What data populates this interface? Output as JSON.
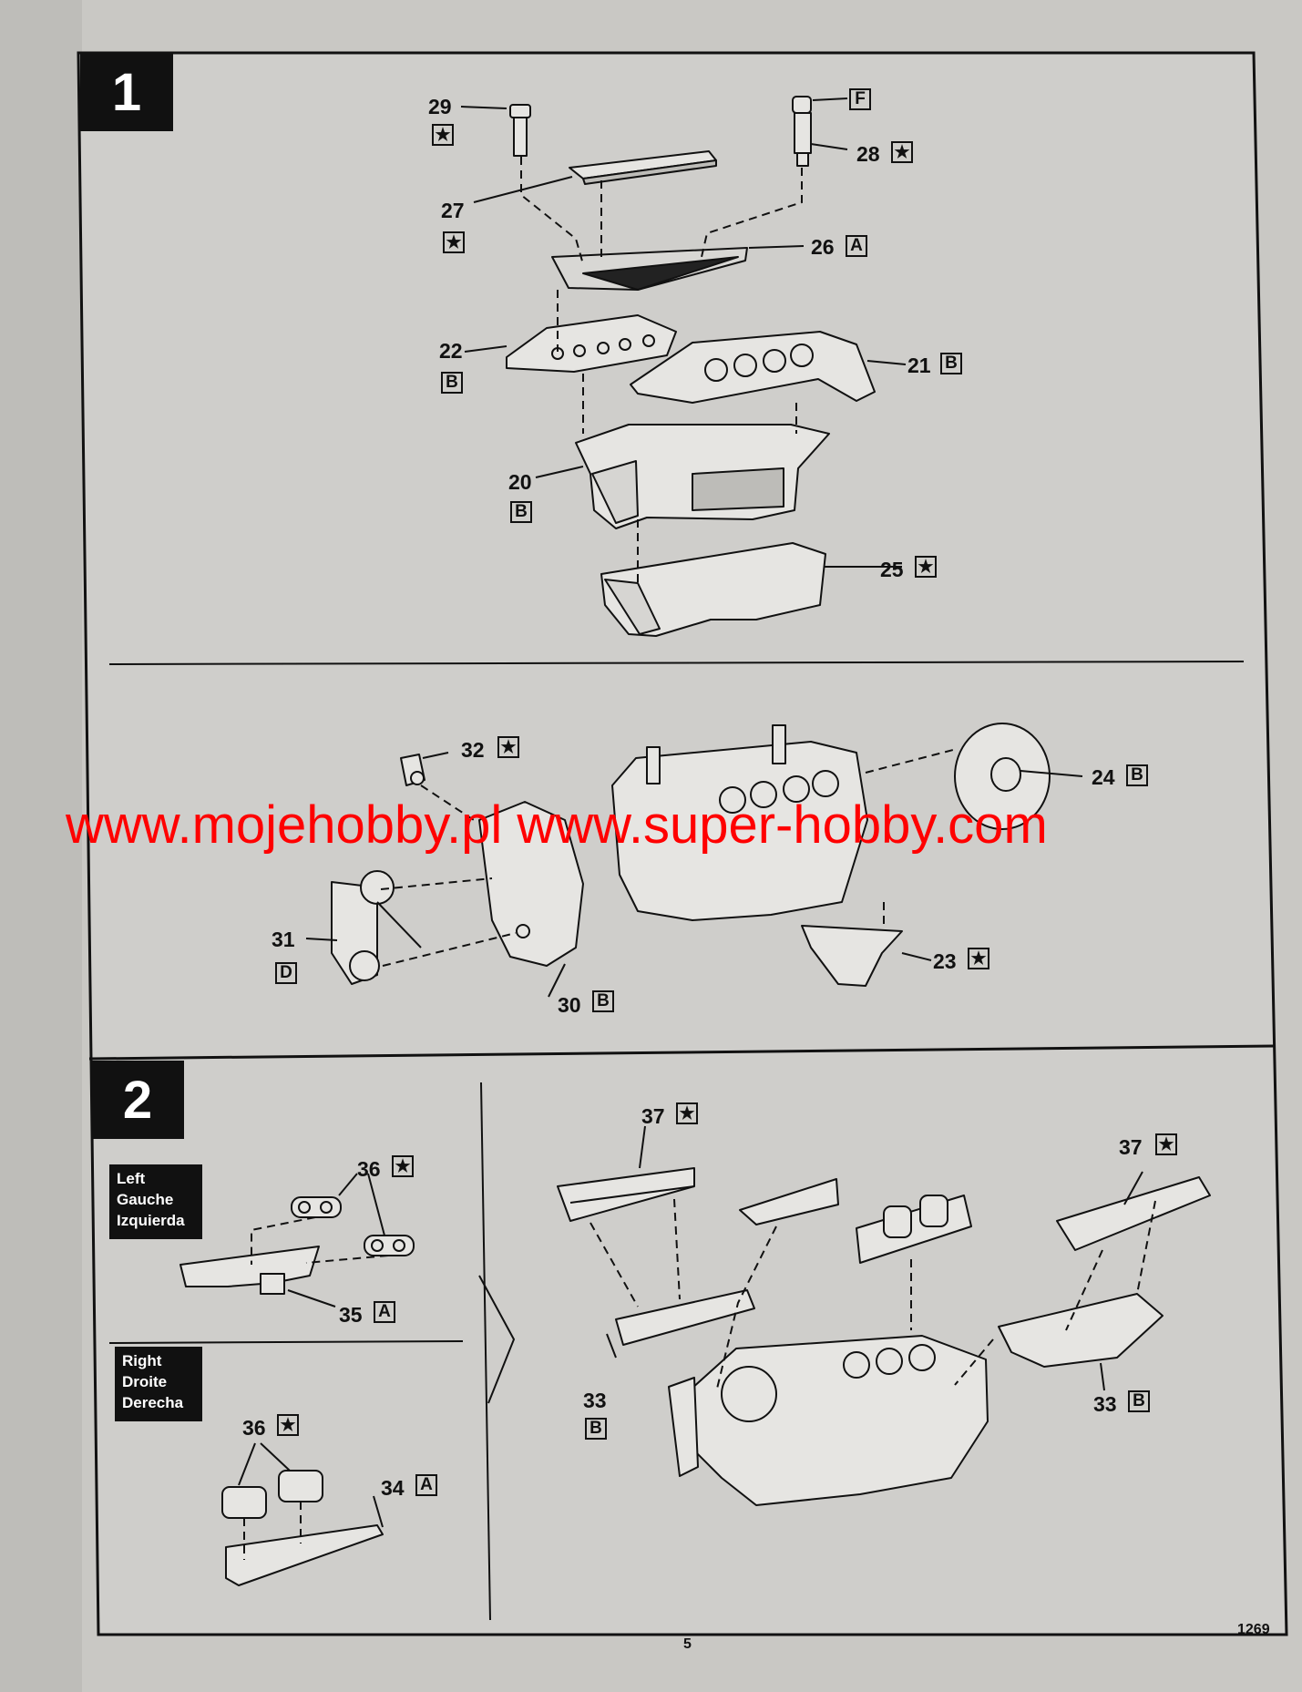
{
  "steps": {
    "one": "1",
    "two": "2"
  },
  "callouts": {
    "p29": {
      "num": "29",
      "code": "★"
    },
    "p28": {
      "num": "28",
      "code": "★"
    },
    "pF": {
      "code": "F"
    },
    "p27": {
      "num": "27",
      "code": "★"
    },
    "p26": {
      "num": "26",
      "code": "A"
    },
    "p22": {
      "num": "22",
      "code": "B"
    },
    "p21": {
      "num": "21",
      "code": "B"
    },
    "p20": {
      "num": "20",
      "code": "B"
    },
    "p25": {
      "num": "25",
      "code": "★"
    },
    "p32": {
      "num": "32",
      "code": "★"
    },
    "p24": {
      "num": "24",
      "code": "B"
    },
    "p31": {
      "num": "31",
      "code": "D"
    },
    "p30": {
      "num": "30",
      "code": "B"
    },
    "p23": {
      "num": "23",
      "code": "★"
    },
    "p36a": {
      "num": "36",
      "code": "★"
    },
    "p35": {
      "num": "35",
      "code": "A"
    },
    "p36b": {
      "num": "36",
      "code": "★"
    },
    "p34": {
      "num": "34",
      "code": "A"
    },
    "p37a": {
      "num": "37",
      "code": "★"
    },
    "p37b": {
      "num": "37",
      "code": "★"
    },
    "p33a": {
      "num": "33",
      "code": "B"
    },
    "p33b": {
      "num": "33",
      "code": "B"
    }
  },
  "side_left": [
    "Left",
    "Gauche",
    "Izquierda"
  ],
  "side_right": [
    "Right",
    "Droite",
    "Derecha"
  ],
  "watermark": "www.mojehobby.pl www.super-hobby.com",
  "footer": {
    "page": "5",
    "kit": "1269"
  },
  "colors": {
    "paper": "#c9c8c4",
    "ink": "#111111",
    "watermark": "#ff0000"
  }
}
